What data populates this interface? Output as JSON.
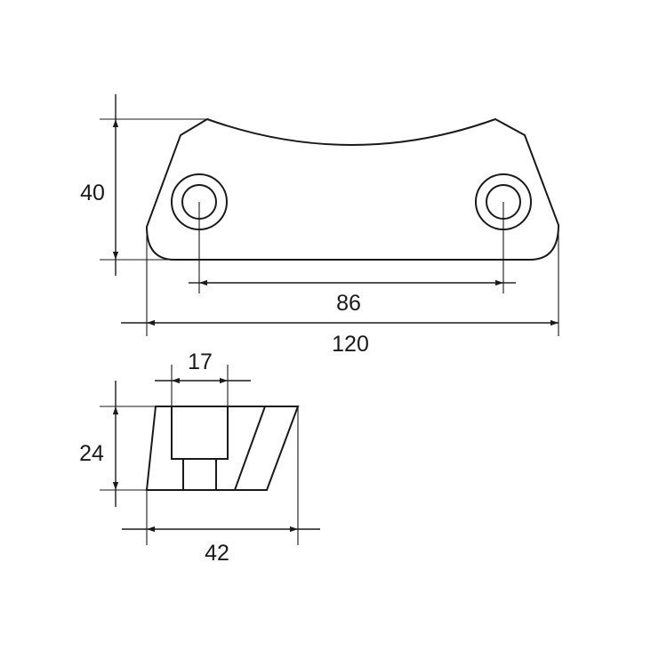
{
  "dimensions": {
    "top_view_height": "40",
    "hole_spacing": "86",
    "overall_length": "120",
    "bore_diameter": "17",
    "side_view_height": "24",
    "side_view_width": "42"
  }
}
